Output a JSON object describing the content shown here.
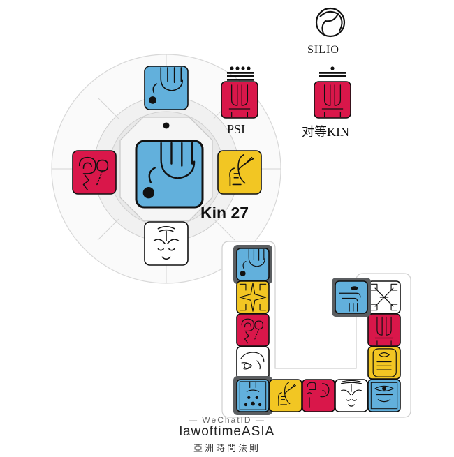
{
  "labels": {
    "silio": "SILIO",
    "psi": "PSI",
    "antipode": "对等KIN",
    "kin": "Kin 27"
  },
  "footer": {
    "wechat": "— WeChatID —",
    "brand": "lawoftimeASIA",
    "chinese": "亞洲時間法則"
  },
  "colors": {
    "blue": "#62b0dc",
    "red": "#d9174a",
    "yellow": "#f2c623",
    "white": "#ffffff",
    "frame": "#5b5e61",
    "ink": "#111111"
  },
  "oracle": {
    "center": {
      "color": "blue",
      "glyph": "hand"
    },
    "guide": {
      "color": "blue",
      "glyph": "hand"
    },
    "analog": {
      "color": "yellow",
      "glyph": "human"
    },
    "antipode": {
      "color": "red",
      "glyph": "moon"
    },
    "occult": {
      "color": "white",
      "glyph": "mirror-face"
    }
  },
  "side_kins": [
    {
      "name": "psi",
      "color": "red",
      "glyph": "earth",
      "tone_dots": 4,
      "tone_bars": 3
    },
    {
      "name": "antipode-kin",
      "color": "red",
      "glyph": "earth",
      "tone_dots": 1,
      "tone_bars": 2
    }
  ],
  "wavespell": [
    {
      "color": "blue",
      "glyph": "hand",
      "highlight": true
    },
    {
      "color": "yellow",
      "glyph": "star",
      "highlight": false
    },
    {
      "color": "red",
      "glyph": "moon",
      "highlight": false
    },
    {
      "color": "white",
      "glyph": "dog",
      "highlight": false
    },
    {
      "color": "blue",
      "glyph": "monkey",
      "highlight": true
    },
    {
      "color": "yellow",
      "glyph": "human",
      "highlight": false
    },
    {
      "color": "red",
      "glyph": "skywalker",
      "highlight": false
    },
    {
      "color": "white",
      "glyph": "wizard",
      "highlight": false
    },
    {
      "color": "blue",
      "glyph": "eagle",
      "highlight": false
    },
    {
      "color": "yellow",
      "glyph": "warrior",
      "highlight": false
    },
    {
      "color": "red",
      "glyph": "earth",
      "highlight": false
    },
    {
      "color": "white",
      "glyph": "mirror",
      "highlight": false
    },
    {
      "color": "blue",
      "glyph": "storm",
      "highlight": true
    }
  ]
}
